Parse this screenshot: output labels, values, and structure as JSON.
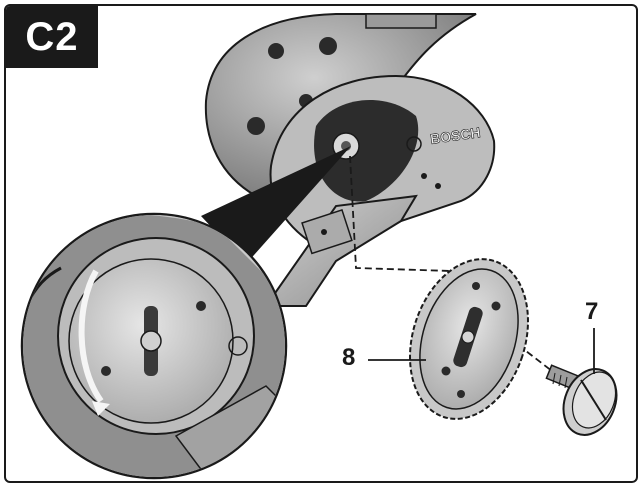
{
  "figure": {
    "badge_label": "C2",
    "brand_text": "BOSCH",
    "callouts": [
      {
        "label": "8"
      },
      {
        "label": "7"
      }
    ]
  },
  "colors": {
    "ink": "#1a1a1a",
    "metal_light": "#d9d9d9",
    "metal_mid": "#b5b5b5",
    "metal_dark": "#7a7a7a"
  }
}
